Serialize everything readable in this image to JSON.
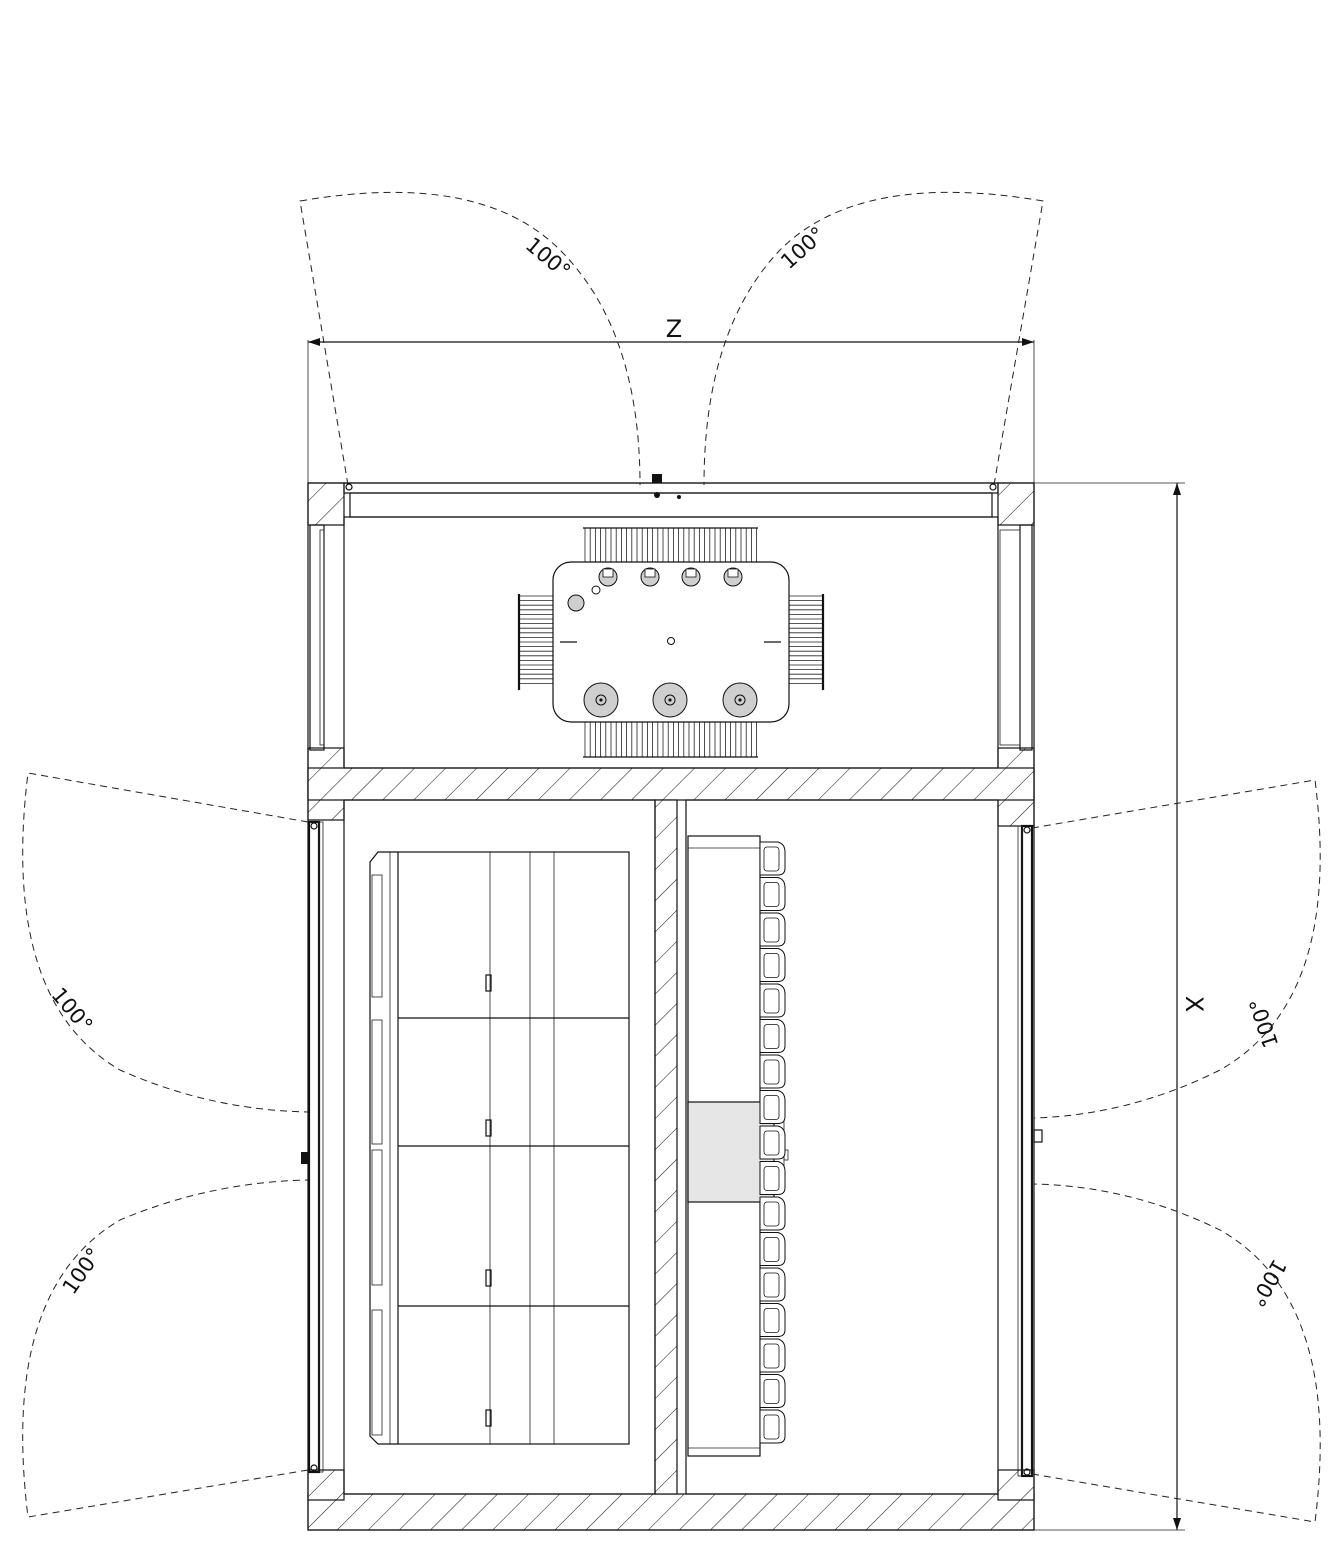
{
  "dimensions": {
    "width_label": "Z",
    "depth_label": "X"
  },
  "door_swing": {
    "top_left": "100°",
    "top_right": "100°",
    "left_upper": "100°",
    "left_lower": "100°",
    "right_upper": "100°",
    "right_lower": "100°"
  },
  "colors": {
    "line": "#111111",
    "component_fill": "#e6e6e6",
    "bushing_fill": "#cfcfcf"
  }
}
